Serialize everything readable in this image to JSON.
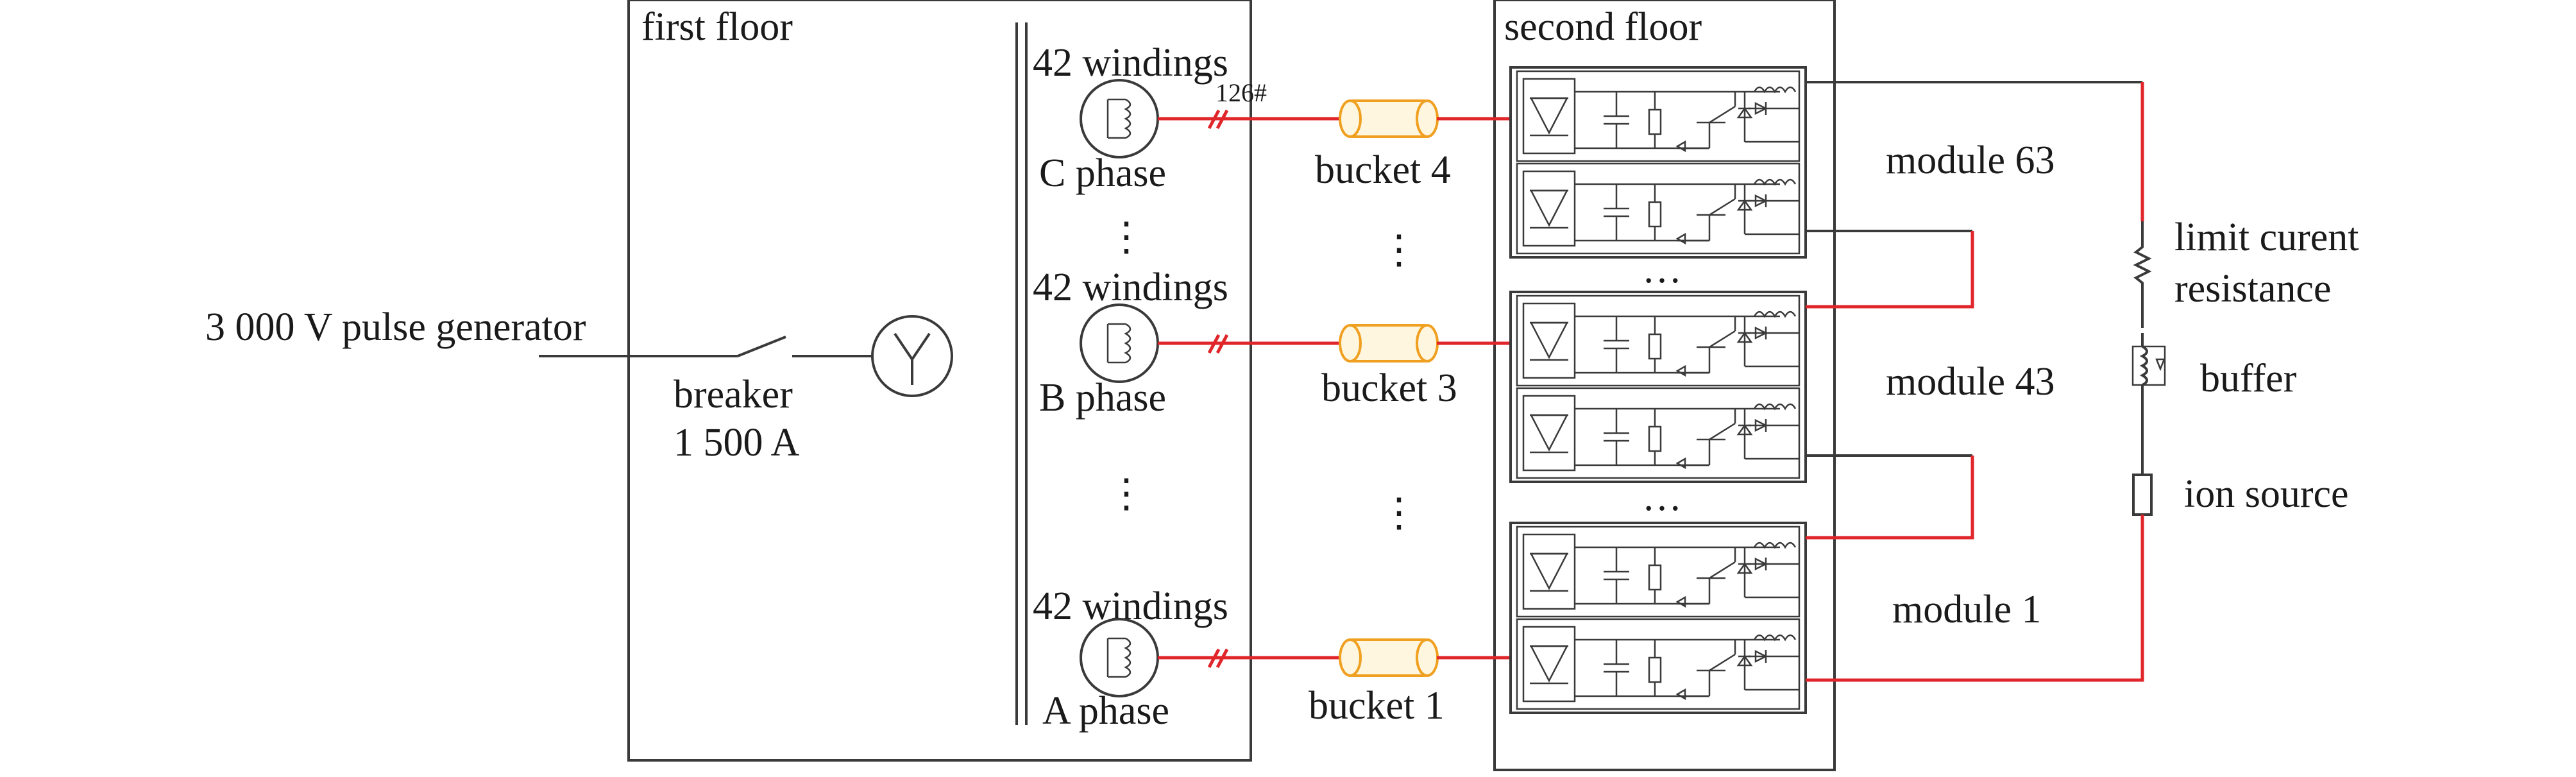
{
  "floors": {
    "first": "first floor",
    "second": "second floor"
  },
  "source": {
    "generator": "3 000 V pulse generator",
    "breaker_name": "breaker",
    "breaker_rating": "1 500 A"
  },
  "windings": [
    {
      "count": "42 windings",
      "phase": "C phase",
      "tag": "126#"
    },
    {
      "count": "42 windings",
      "phase": "B phase",
      "tag": ""
    },
    {
      "count": "42 windings",
      "phase": "A phase",
      "tag": ""
    }
  ],
  "buckets": [
    "bucket 4",
    "bucket 3",
    "bucket 1"
  ],
  "modules": [
    "module 63",
    "module 43",
    "module 1"
  ],
  "load": {
    "resistor_line1": "limit curent",
    "resistor_line2": "resistance",
    "buffer": "buffer",
    "ion_source": "ion source"
  },
  "ellipsis": {
    "vertical": "⋮",
    "horizontal": "…"
  },
  "colors": {
    "wire": "#3a3a3a",
    "red_wire": "#e0262b",
    "bucket": "#f0a020"
  }
}
